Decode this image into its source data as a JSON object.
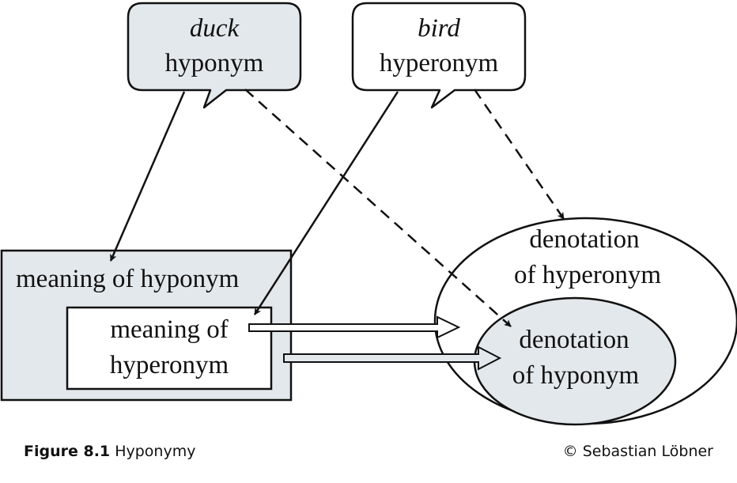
{
  "colors": {
    "shade": "#e3e8ec",
    "stroke": "#111111",
    "background": "#ffffff"
  },
  "diagram": {
    "speech_bubbles": [
      {
        "word": "duck",
        "role": "hyponym",
        "filled": true
      },
      {
        "word": "bird",
        "role": "hyperonym",
        "filled": false
      }
    ],
    "meaning_outer": "meaning of hyponym",
    "meaning_inner_line1": "meaning of",
    "meaning_inner_line2": "hyperonym",
    "denotation_outer_line1": "denotation",
    "denotation_outer_line2": "of hyperonym",
    "denotation_inner_line1": "denotation",
    "denotation_inner_line2": "of hyponym",
    "arrows": [
      {
        "from": "duck-bubble",
        "to": "meaning-of-hyponym",
        "style": "solid"
      },
      {
        "from": "bird-bubble",
        "to": "meaning-of-hyperonym",
        "style": "solid"
      },
      {
        "from": "duck-bubble",
        "to": "denotation-of-hyponym",
        "style": "dashed"
      },
      {
        "from": "bird-bubble",
        "to": "denotation-of-hyperonym",
        "style": "dashed"
      },
      {
        "from": "meaning-of-hyperonym",
        "to": "denotation-of-hyperonym",
        "style": "hollow"
      },
      {
        "from": "meaning-of-hyponym",
        "to": "denotation-of-hyponym",
        "style": "hollow"
      }
    ]
  },
  "caption": {
    "figure_label": "Figure 8.1",
    "figure_title": "Hyponymy",
    "copyright": "© Sebastian Löbner"
  }
}
